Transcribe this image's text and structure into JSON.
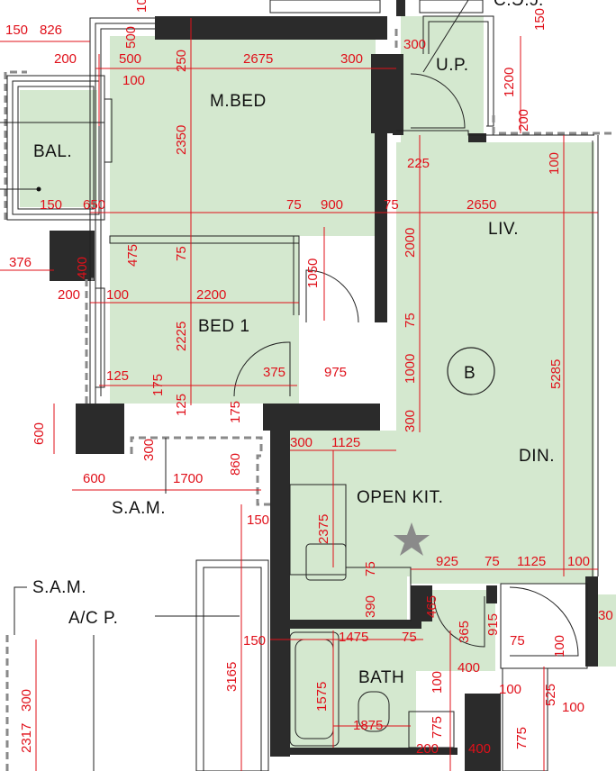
{
  "rooms": {
    "master_bedroom": "M.BED",
    "bedroom_1": "BED 1",
    "balcony": "BAL.",
    "utility_platform": "U.P.",
    "living": "LIV.",
    "dining": "DIN.",
    "open_kitchen": "OPEN KIT.",
    "bathroom": "BATH"
  },
  "labels": {
    "sam_1": "S.A.M.",
    "sam_2": "S.A.M.",
    "ac_platform": "A/C P.",
    "unit_letter": "B",
    "top_cut": "C.Ɔ.ɔ."
  },
  "dimensions": {
    "d150a": "150",
    "d826": "826",
    "d200a": "200",
    "d500a": "500",
    "d100v1": "100",
    "d500b": "500",
    "d250": "250",
    "d2675": "2675",
    "d300a": "300",
    "d300b": "300",
    "d1200": "1200",
    "d150v": "150",
    "d2350": "2350",
    "d100v2": "100",
    "d200v": "200",
    "d225": "225",
    "d100v3": "100",
    "d150b": "150",
    "d650": "650",
    "d75a": "75",
    "d900": "900",
    "d75b": "75",
    "d2650": "2650",
    "d2000": "2000",
    "d376": "376",
    "d475": "475",
    "d75v": "75",
    "d400a": "400",
    "d200b": "200",
    "d100h": "100",
    "d2200": "2200",
    "d1050": "1050",
    "d2225": "2225",
    "d75c": "75",
    "d1000": "1000",
    "d5285": "5285",
    "d125a": "125",
    "d175a": "175",
    "d125b": "125",
    "d375": "375",
    "d975": "975",
    "d175b": "175",
    "d300c": "300",
    "d600v": "600",
    "d300d": "300",
    "d1125a": "1125",
    "d300e": "300",
    "d600h": "600",
    "d1700": "1700",
    "d860": "860",
    "d150c": "150",
    "d2375": "2375",
    "d925": "925",
    "d75d": "75",
    "d1125b": "1125",
    "d100e": "100",
    "d75e": "75",
    "d390": "390",
    "d465": "465",
    "d365": "365",
    "d915": "915",
    "d75f": "75",
    "d100f": "100",
    "d150d": "150",
    "d1475": "1475",
    "d75g": "75",
    "d400b": "400",
    "d3165": "3165",
    "d1575": "1575",
    "d100g": "100",
    "d100h2": "100",
    "d525": "525",
    "d300f": "300",
    "d2317": "2317",
    "d1875": "1875",
    "d775a": "775",
    "d200c": "200",
    "d400c": "400",
    "d775b": "775",
    "d30": "30",
    "d100i": "100"
  },
  "colors": {
    "floor": "#d4e8cf",
    "wall": "#2b2b2b",
    "dimension": "#e0101a",
    "star": "#8a8a8a"
  }
}
